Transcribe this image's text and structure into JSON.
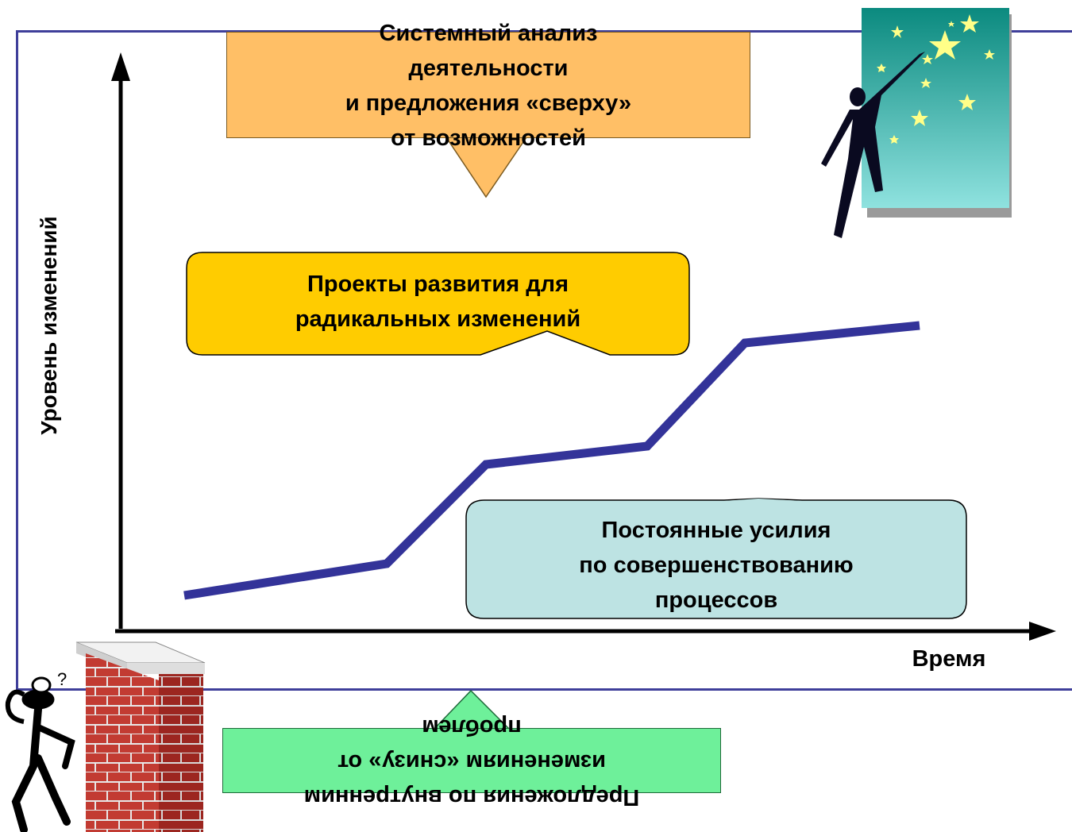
{
  "top_box": {
    "lines": [
      "Системный анализ",
      "деятельности",
      "и предложения «сверху»",
      "от возможностей"
    ]
  },
  "radical_box": {
    "lines": [
      "Проекты развития для",
      "радикальных изменений"
    ]
  },
  "continuous_box": {
    "lines": [
      "Постоянные усилия",
      "по совершенствованию",
      "процессов"
    ]
  },
  "bottom_box": {
    "lines": [
      "Предложения по внутренним",
      "изменениям «снизу» от",
      "проблем"
    ]
  },
  "axes": {
    "y_label": "Уровень изменений",
    "x_label": "Время"
  },
  "figures": {
    "star_picture": "person-reaching-for-stars-icon",
    "wall_picture": "thinking-man-at-brick-wall-icon"
  },
  "colors": {
    "frame": "#3f3f9a",
    "top_box": "#ffbf66",
    "radical_box": "#ffcc00",
    "continuous_box": "#bde3e3",
    "bottom_box": "#6ef09a",
    "trend_line": "#333399",
    "star_sky_top": "#0b8a7f",
    "star_sky_bottom": "#8fe2df",
    "brick": "#c23b32"
  }
}
